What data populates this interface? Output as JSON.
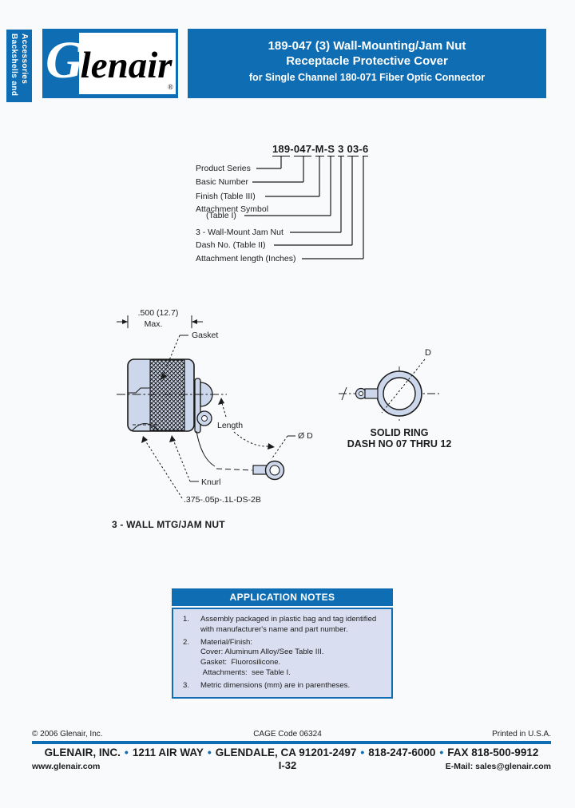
{
  "colors": {
    "brand_blue": "#0f6eb3",
    "fill_blue": "#cdd7eb",
    "notes_bg": "#d9dff0",
    "page_bg": "#f9fafc"
  },
  "sidebar": {
    "line1": "Backshells and",
    "line2": "Accessories"
  },
  "logo": {
    "g": "G",
    "rest": "lenair",
    "registered": "®"
  },
  "header": {
    "line1": "189-047 (3) Wall-Mounting/Jam Nut",
    "line2": "Receptacle Protective Cover",
    "line3": "for Single Channel 180-071 Fiber Optic Connector"
  },
  "part_number": {
    "chunks": [
      "189",
      "-",
      "047",
      "-",
      "M",
      "-",
      "S",
      "3",
      "03",
      "-",
      "6"
    ],
    "labels": [
      "Product Series",
      "Basic Number",
      "Finish (Table III)",
      "Attachment Symbol",
      "(Table I)",
      "3 - Wall-Mount Jam Nut",
      "Dash No. (Table II)",
      "Attachment length (Inches)"
    ]
  },
  "drawing": {
    "dim_value": ".500 (12.7)",
    "dim_qualifier": "Max.",
    "label_gasket": "Gasket",
    "label_length": "Length",
    "label_diameter": "Ø D",
    "label_knurl": "Knurl",
    "thread_spec": ".375-.05p-.1L-DS-2B",
    "caption": "3 - WALL MTG/JAM NUT",
    "ring_label_d": "D",
    "ring_caption_line1": "SOLID RING",
    "ring_caption_line2": "DASH NO 07 THRU 12"
  },
  "application_notes": {
    "title": "APPLICATION NOTES",
    "items": [
      {
        "num": "1.",
        "text": "Assembly packaged in plastic bag and tag identified with manufacturer's name and part number."
      },
      {
        "num": "2.",
        "text": "Material/Finish:\nCover: Aluminum Alloy/See Table III.\nGasket:  Fluorosilicone.\n Attachments:  see Table I."
      },
      {
        "num": "3.",
        "text": "Metric dimensions (mm) are in parentheses."
      }
    ]
  },
  "footer": {
    "copyright": "© 2006 Glenair, Inc.",
    "cage_code": "CAGE Code 06324",
    "printed": "Printed in U.S.A.",
    "company": "GLENAIR, INC.",
    "address": "1211 AIR WAY",
    "city": "GLENDALE, CA 91201-2497",
    "phone": "818-247-6000",
    "fax": "FAX 818-500-9912",
    "bullet": "•",
    "website": "www.glenair.com",
    "page_number": "I-32",
    "email": "E-Mail: sales@glenair.com"
  }
}
